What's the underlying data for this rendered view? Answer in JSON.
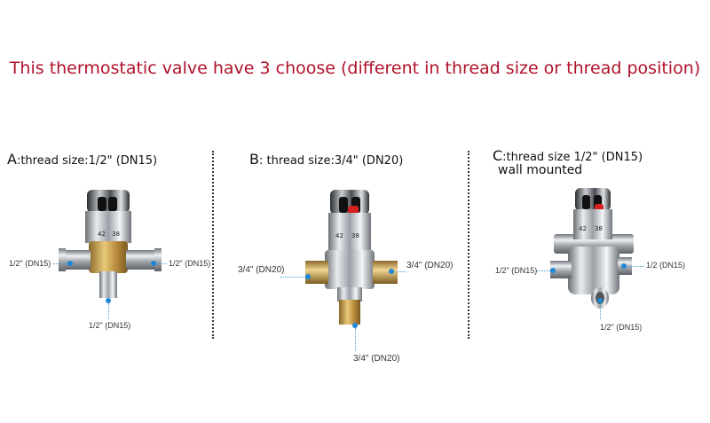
{
  "headline": "This thermostatic valve have 3 choose (different in thread size or thread position)",
  "colors": {
    "headline": "#b0122a",
    "callout_dot": "#1e88d8",
    "knob_red": "#d62020"
  },
  "sections": [
    {
      "letter": "A",
      "title": ":thread size:1/2\"  (DN15)",
      "labels": {
        "left": "1/2\" (DN15)",
        "right": "1/2\" (DN15)",
        "bottom": "1/2\" (DN15)"
      },
      "dial": [
        "42",
        "38"
      ]
    },
    {
      "letter": "B",
      "title": ": thread size:3/4\" (DN20)",
      "labels": {
        "left": "3/4\" (DN20)",
        "right": "3/4\" (DN20)",
        "bottom": "3/4\" (DN20)"
      },
      "dial": [
        "42",
        "38"
      ]
    },
    {
      "letter": "C",
      "title": ":thread size 1/2\" (DN15)",
      "subtitle": "wall mounted",
      "labels": {
        "left": "1/2\" (DN15)",
        "right": "1/2 (DN15)",
        "bottom": "1/2\" (DN15)"
      },
      "dial": [
        "42",
        "38"
      ]
    }
  ]
}
